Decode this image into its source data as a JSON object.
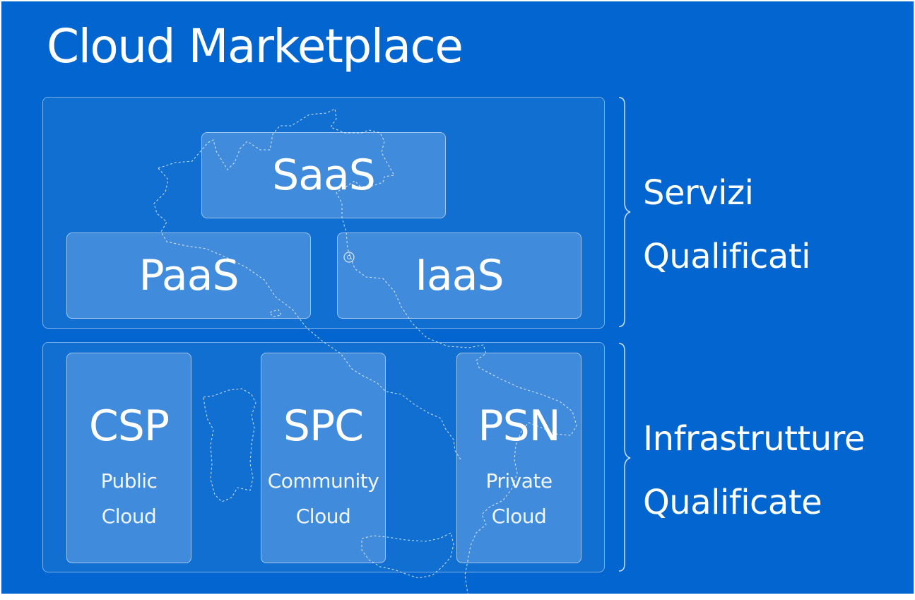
{
  "title": "Cloud Marketplace",
  "colors": {
    "background": "#0366d0",
    "text": "#ffffff"
  },
  "services": {
    "items": [
      {
        "label": "SaaS"
      },
      {
        "label": "PaaS"
      },
      {
        "label": "IaaS"
      }
    ],
    "bracket_label": [
      "Servizi",
      "Qualificati"
    ]
  },
  "infrastructure": {
    "items": [
      {
        "label": "CSP",
        "sublabel": [
          "Public",
          "Cloud"
        ]
      },
      {
        "label": "SPC",
        "sublabel": [
          "Community",
          "Cloud"
        ]
      },
      {
        "label": "PSN",
        "sublabel": [
          "Private",
          "Cloud"
        ]
      }
    ],
    "bracket_label": [
      "Infrastrutture",
      "Qualificate"
    ]
  },
  "background_graphic": "italy-map-outline"
}
